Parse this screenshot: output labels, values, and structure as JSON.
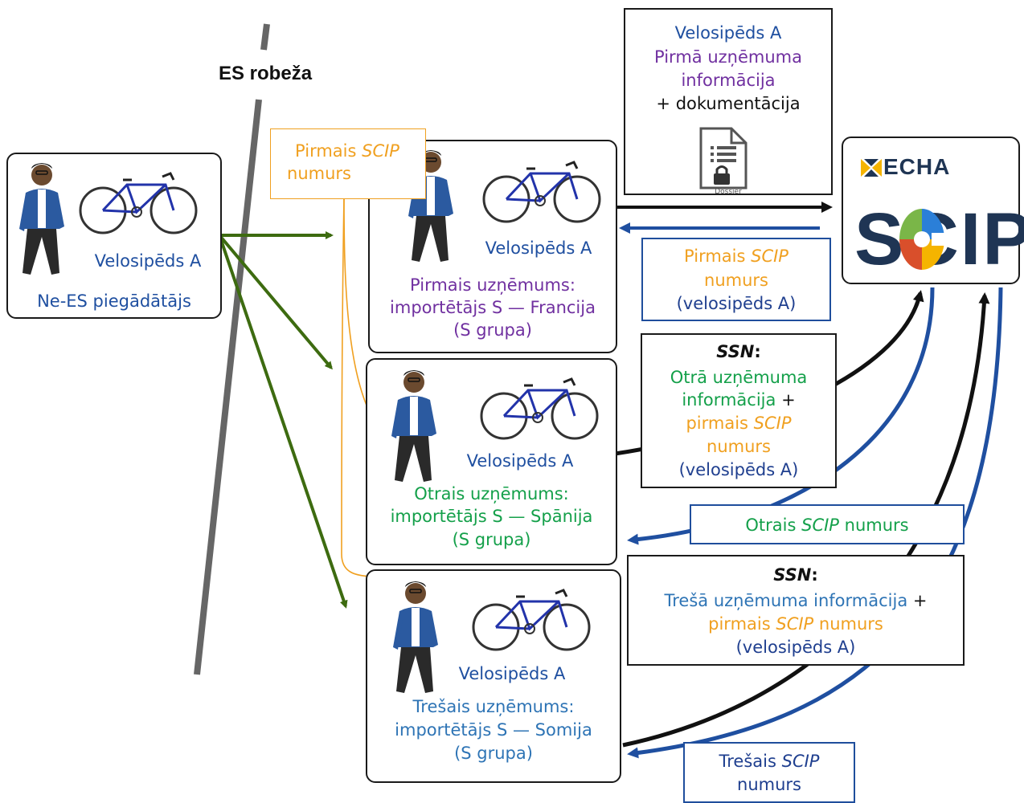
{
  "border": {
    "label": "ES robeža"
  },
  "supplier": {
    "product": "Velosipēds A",
    "role": "Ne-ES piegādātājs"
  },
  "first_scip_tag": {
    "part1": "Pirmais ",
    "scip": "SCIP",
    "part2": "numurs"
  },
  "dossier_box": {
    "line1": "Velosipēds A",
    "line2": "Pirmā uzņēmuma",
    "line3": "informācija",
    "line4": "+ dokumentācija",
    "icon_label": "Dossier"
  },
  "echa": {
    "brand": "ECHA",
    "scip": "SCIP"
  },
  "company1": {
    "product": "Velosipēds A",
    "line1": "Pirmais uzņēmums:",
    "line2": "importētājs S — Francija",
    "line3": "(S grupa)"
  },
  "first_scip_return": {
    "part1": "Pirmais ",
    "scip": "SCIP",
    "line2": "numurs",
    "line3": "(velosipēds A)"
  },
  "ssn1": {
    "title": "SSN",
    "colon": ":",
    "line1": "Otrā uzņēmuma",
    "line2a": "informācija",
    "line2b": " +",
    "line3a": "pirmais ",
    "line3scip": "SCIP",
    "line4": "numurs",
    "line5": "(velosipēds A)"
  },
  "company2": {
    "product": "Velosipēds A",
    "line1": "Otrais uzņēmums:",
    "line2": "importētājs S — Spānija",
    "line3": "(S grupa)"
  },
  "second_scip": {
    "part1": "Otrais ",
    "scip": "SCIP",
    "part2": " numurs"
  },
  "ssn2": {
    "title": "SSN",
    "colon": ":",
    "line1a": "Trešā uzņēmuma informācija",
    "line1b": " +",
    "line2a": "pirmais ",
    "line2scip": "SCIP",
    "line2b": " numurs",
    "line3": "(velosipēds A)"
  },
  "company3": {
    "product": "Velosipēds A",
    "line1": "Trešais uzņēmums:",
    "line2": "importētājs S — Somija",
    "line3": "(S grupa)"
  },
  "third_scip": {
    "part1": "Trešais ",
    "scip": "SCIP",
    "line2": "numurs"
  },
  "colors": {
    "green_arrow": "#3d6b10",
    "orange_arrow": "#f0a020",
    "blue_arrow": "#1f4fa0",
    "black_arrow": "#111111",
    "border_line": "#666666"
  }
}
